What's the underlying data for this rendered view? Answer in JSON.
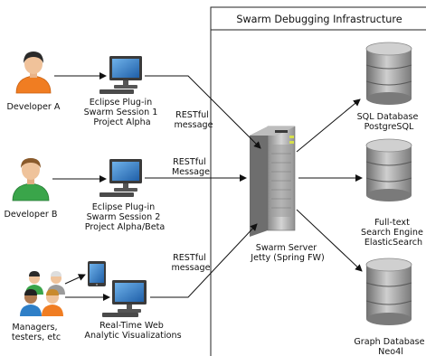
{
  "infrastructure": {
    "title": "Swarm Debugging Infrastructure"
  },
  "actors": {
    "developer_a": "Developer A",
    "developer_b": "Developer B",
    "managers": [
      "Managers,",
      "testers, etc"
    ]
  },
  "clients": {
    "session1": [
      "Eclipse Plug-in",
      "Swarm Session 1",
      "Project Alpha"
    ],
    "session2": [
      "Eclipse Plug-in",
      "Swarm Session 2",
      "Project Alpha/Beta"
    ],
    "web": [
      "Real-Time Web",
      "Analytic Visualizations"
    ]
  },
  "connections": {
    "restful_1": [
      "RESTful",
      "message"
    ],
    "restful_2": [
      "RESTful",
      "Message"
    ],
    "restful_3": [
      "RESTful",
      "message"
    ]
  },
  "server": {
    "label": [
      "Swarm Server",
      "Jetty (Spring FW)"
    ]
  },
  "databases": {
    "sql": [
      "SQL Database",
      "PostgreSQL"
    ],
    "search": [
      "Full-text",
      "Search Engine",
      "ElasticSearch"
    ],
    "graph": [
      "Graph Database",
      "Neo4l"
    ]
  },
  "colors": {
    "arrow": "#111111",
    "box_border": "#222222",
    "developer_a_shirt": "#f07d22",
    "developer_b_shirt": "#3aa54a",
    "monitor_screen": "#2f7fc7",
    "database_body": "#9a9a9a",
    "server_body": "#a8a8a8"
  }
}
